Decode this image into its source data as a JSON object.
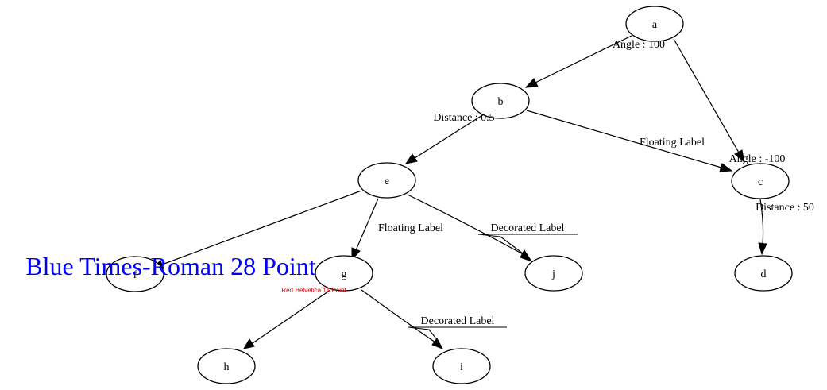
{
  "graph": {
    "nodes": {
      "a": "a",
      "b": "b",
      "c": "c",
      "d": "d",
      "e": "e",
      "f": "f",
      "g": "g",
      "h": "h",
      "i": "i",
      "j": "j"
    },
    "edge_labels": {
      "a_b_tail": "Angle : 100",
      "a_c_head": "Angle : -100",
      "b_e_tail": "Distance : 0.5",
      "b_c_mid": "Floating Label",
      "c_d_tail": "Distance : 50",
      "e_g_mid": "Floating Label",
      "e_j_mid": "Decorated Label",
      "g_i_mid": "Decorated Label"
    },
    "annotations": {
      "big_label": "Blue Times-Roman 28 Point",
      "small_label": "Red Helvetica 14 Point"
    },
    "colors": {
      "big_label": "#0000ff",
      "small_label": "#cc0000",
      "stroke": "#000000"
    }
  }
}
